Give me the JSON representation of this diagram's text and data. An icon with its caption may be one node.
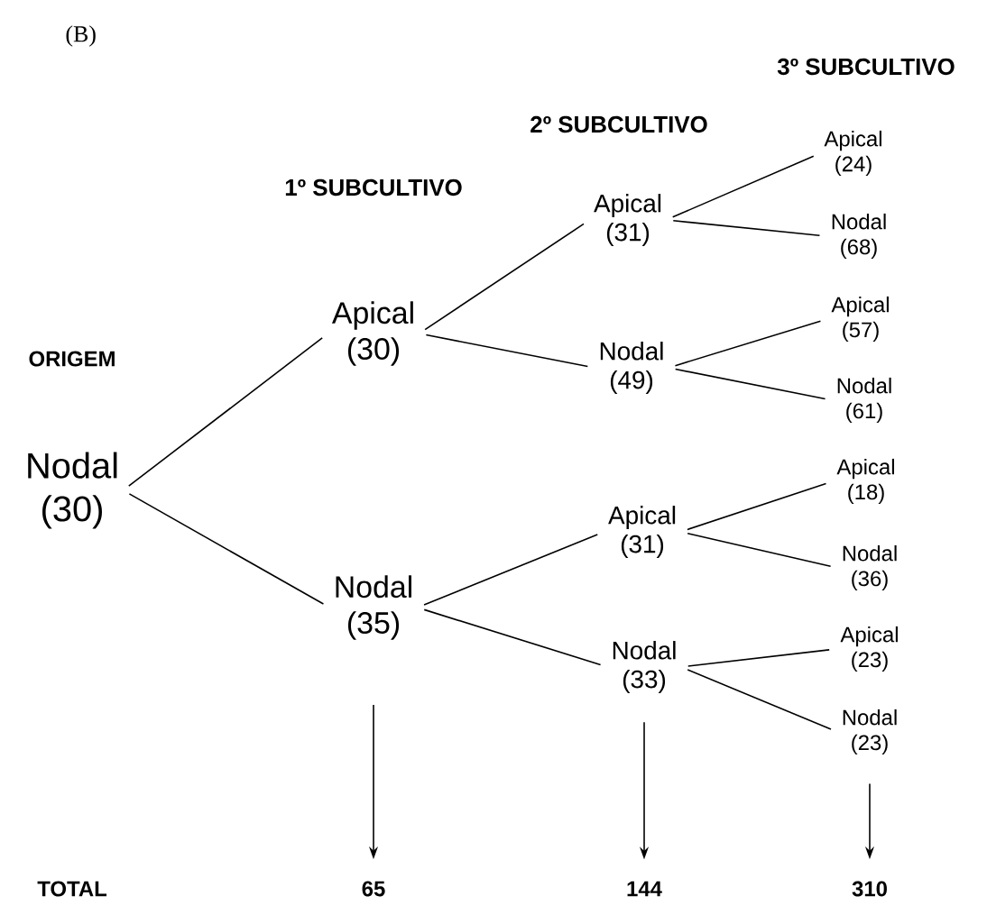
{
  "diagram": {
    "nodes": [
      {
        "text": [
          "Nodal",
          "(30)"
        ]
      },
      {
        "text": [
          "Apical",
          "(30)"
        ]
      },
      {
        "text": [
          "Nodal",
          "(35)"
        ]
      },
      {
        "text": [
          "Apical",
          "(31)"
        ]
      },
      {
        "text": [
          "Nodal",
          "(49)"
        ]
      },
      {
        "text": [
          "Apical",
          "(31)"
        ]
      },
      {
        "text": [
          "Nodal",
          "(33)"
        ]
      },
      {
        "text": [
          "Apical",
          "(24)"
        ]
      },
      {
        "text": [
          "Nodal",
          "(68)"
        ]
      },
      {
        "text": [
          "Apical",
          "(57)"
        ]
      },
      {
        "text": [
          "Nodal",
          "(61)"
        ]
      },
      {
        "text": [
          "Apical",
          "(18)"
        ]
      },
      {
        "text": [
          "Nodal",
          "(36)"
        ]
      },
      {
        "text": [
          "Apical",
          "(23)"
        ]
      },
      {
        "text": [
          "Nodal",
          "(23)"
        ]
      },
      {
        "text": [
          "65"
        ]
      },
      {
        "text": [
          "144"
        ]
      },
      {
        "text": [
          "310"
        ]
      }
    ],
    "edges": [
      {
        "from": 0,
        "to": 1,
        "arrow": "none"
      },
      {
        "from": 0,
        "to": 2,
        "arrow": "none"
      },
      {
        "from": 1,
        "to": 3,
        "arrow": "none"
      },
      {
        "from": 1,
        "to": 4,
        "arrow": "none"
      },
      {
        "from": 2,
        "to": 5,
        "arrow": "none"
      },
      {
        "from": 2,
        "to": 6,
        "arrow": "none"
      },
      {
        "from": 3,
        "to": 7,
        "arrow": "none"
      },
      {
        "from": 3,
        "to": 8,
        "arrow": "none"
      },
      {
        "from": 4,
        "to": 9,
        "arrow": "none"
      },
      {
        "from": 4,
        "to": 10,
        "arrow": "none"
      },
      {
        "from": 5,
        "to": 11,
        "arrow": "none"
      },
      {
        "from": 5,
        "to": 12,
        "arrow": "none"
      },
      {
        "from": 6,
        "to": 13,
        "arrow": "none"
      },
      {
        "from": 6,
        "to": 14,
        "arrow": "none"
      },
      {
        "from": 2,
        "to": 15,
        "arrow": "to"
      },
      {
        "from": 6,
        "to": 16,
        "arrow": "to"
      },
      {
        "from": 14,
        "to": 17,
        "arrow": "to"
      }
    ],
    "labels": [
      "(B)",
      "3º SUBCULTIVO",
      "2º SUBCULTIVO",
      "1º SUBCULTIVO",
      "ORIGEM",
      "TOTAL"
    ]
  }
}
